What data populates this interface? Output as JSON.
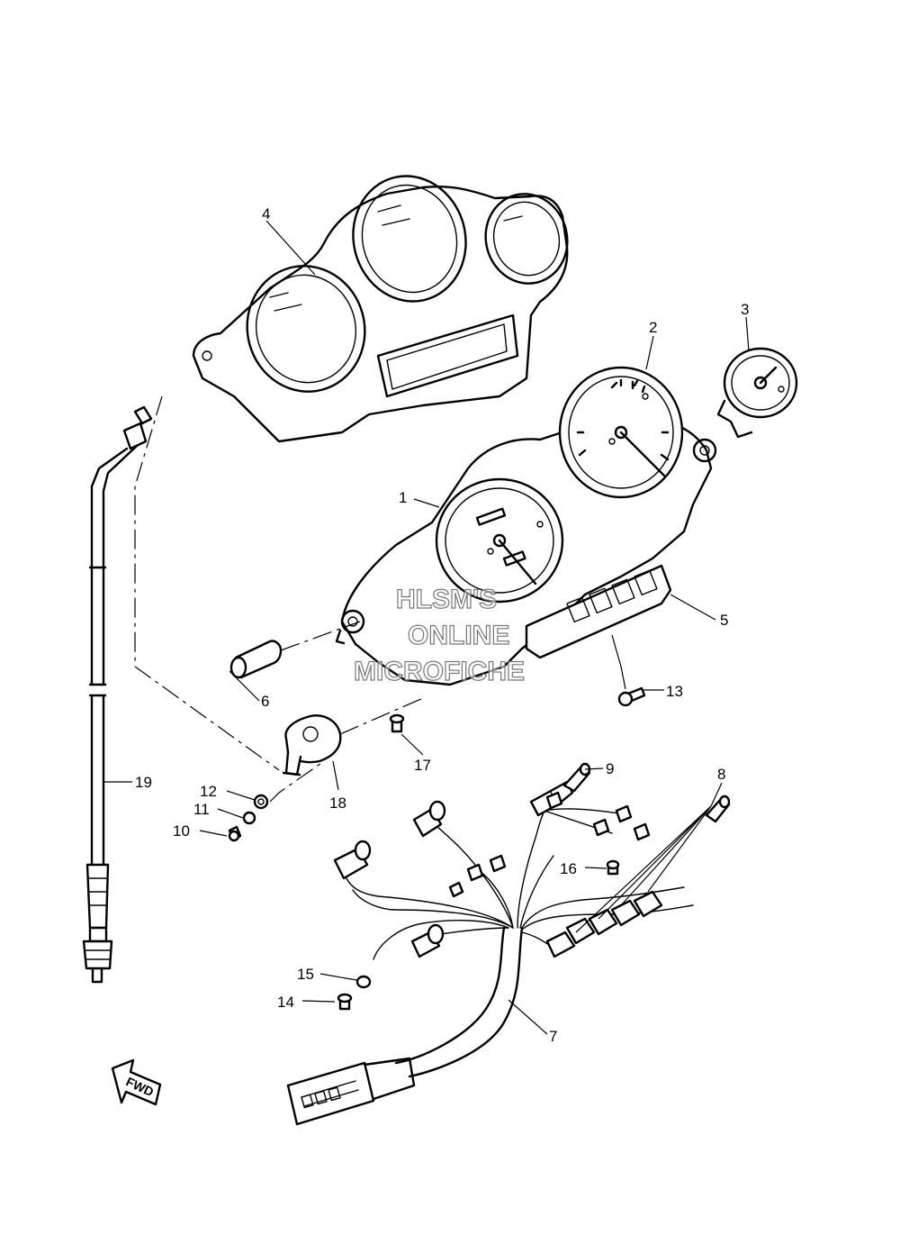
{
  "watermark": [
    "HLSM'S",
    "ONLINE",
    "MICROFICHE"
  ],
  "direction_label": "FWD",
  "callouts": [
    "1",
    "2",
    "3",
    "4",
    "5",
    "6",
    "7",
    "8",
    "9",
    "10",
    "11",
    "12",
    "13",
    "14",
    "15",
    "16",
    "17",
    "18",
    "19"
  ]
}
